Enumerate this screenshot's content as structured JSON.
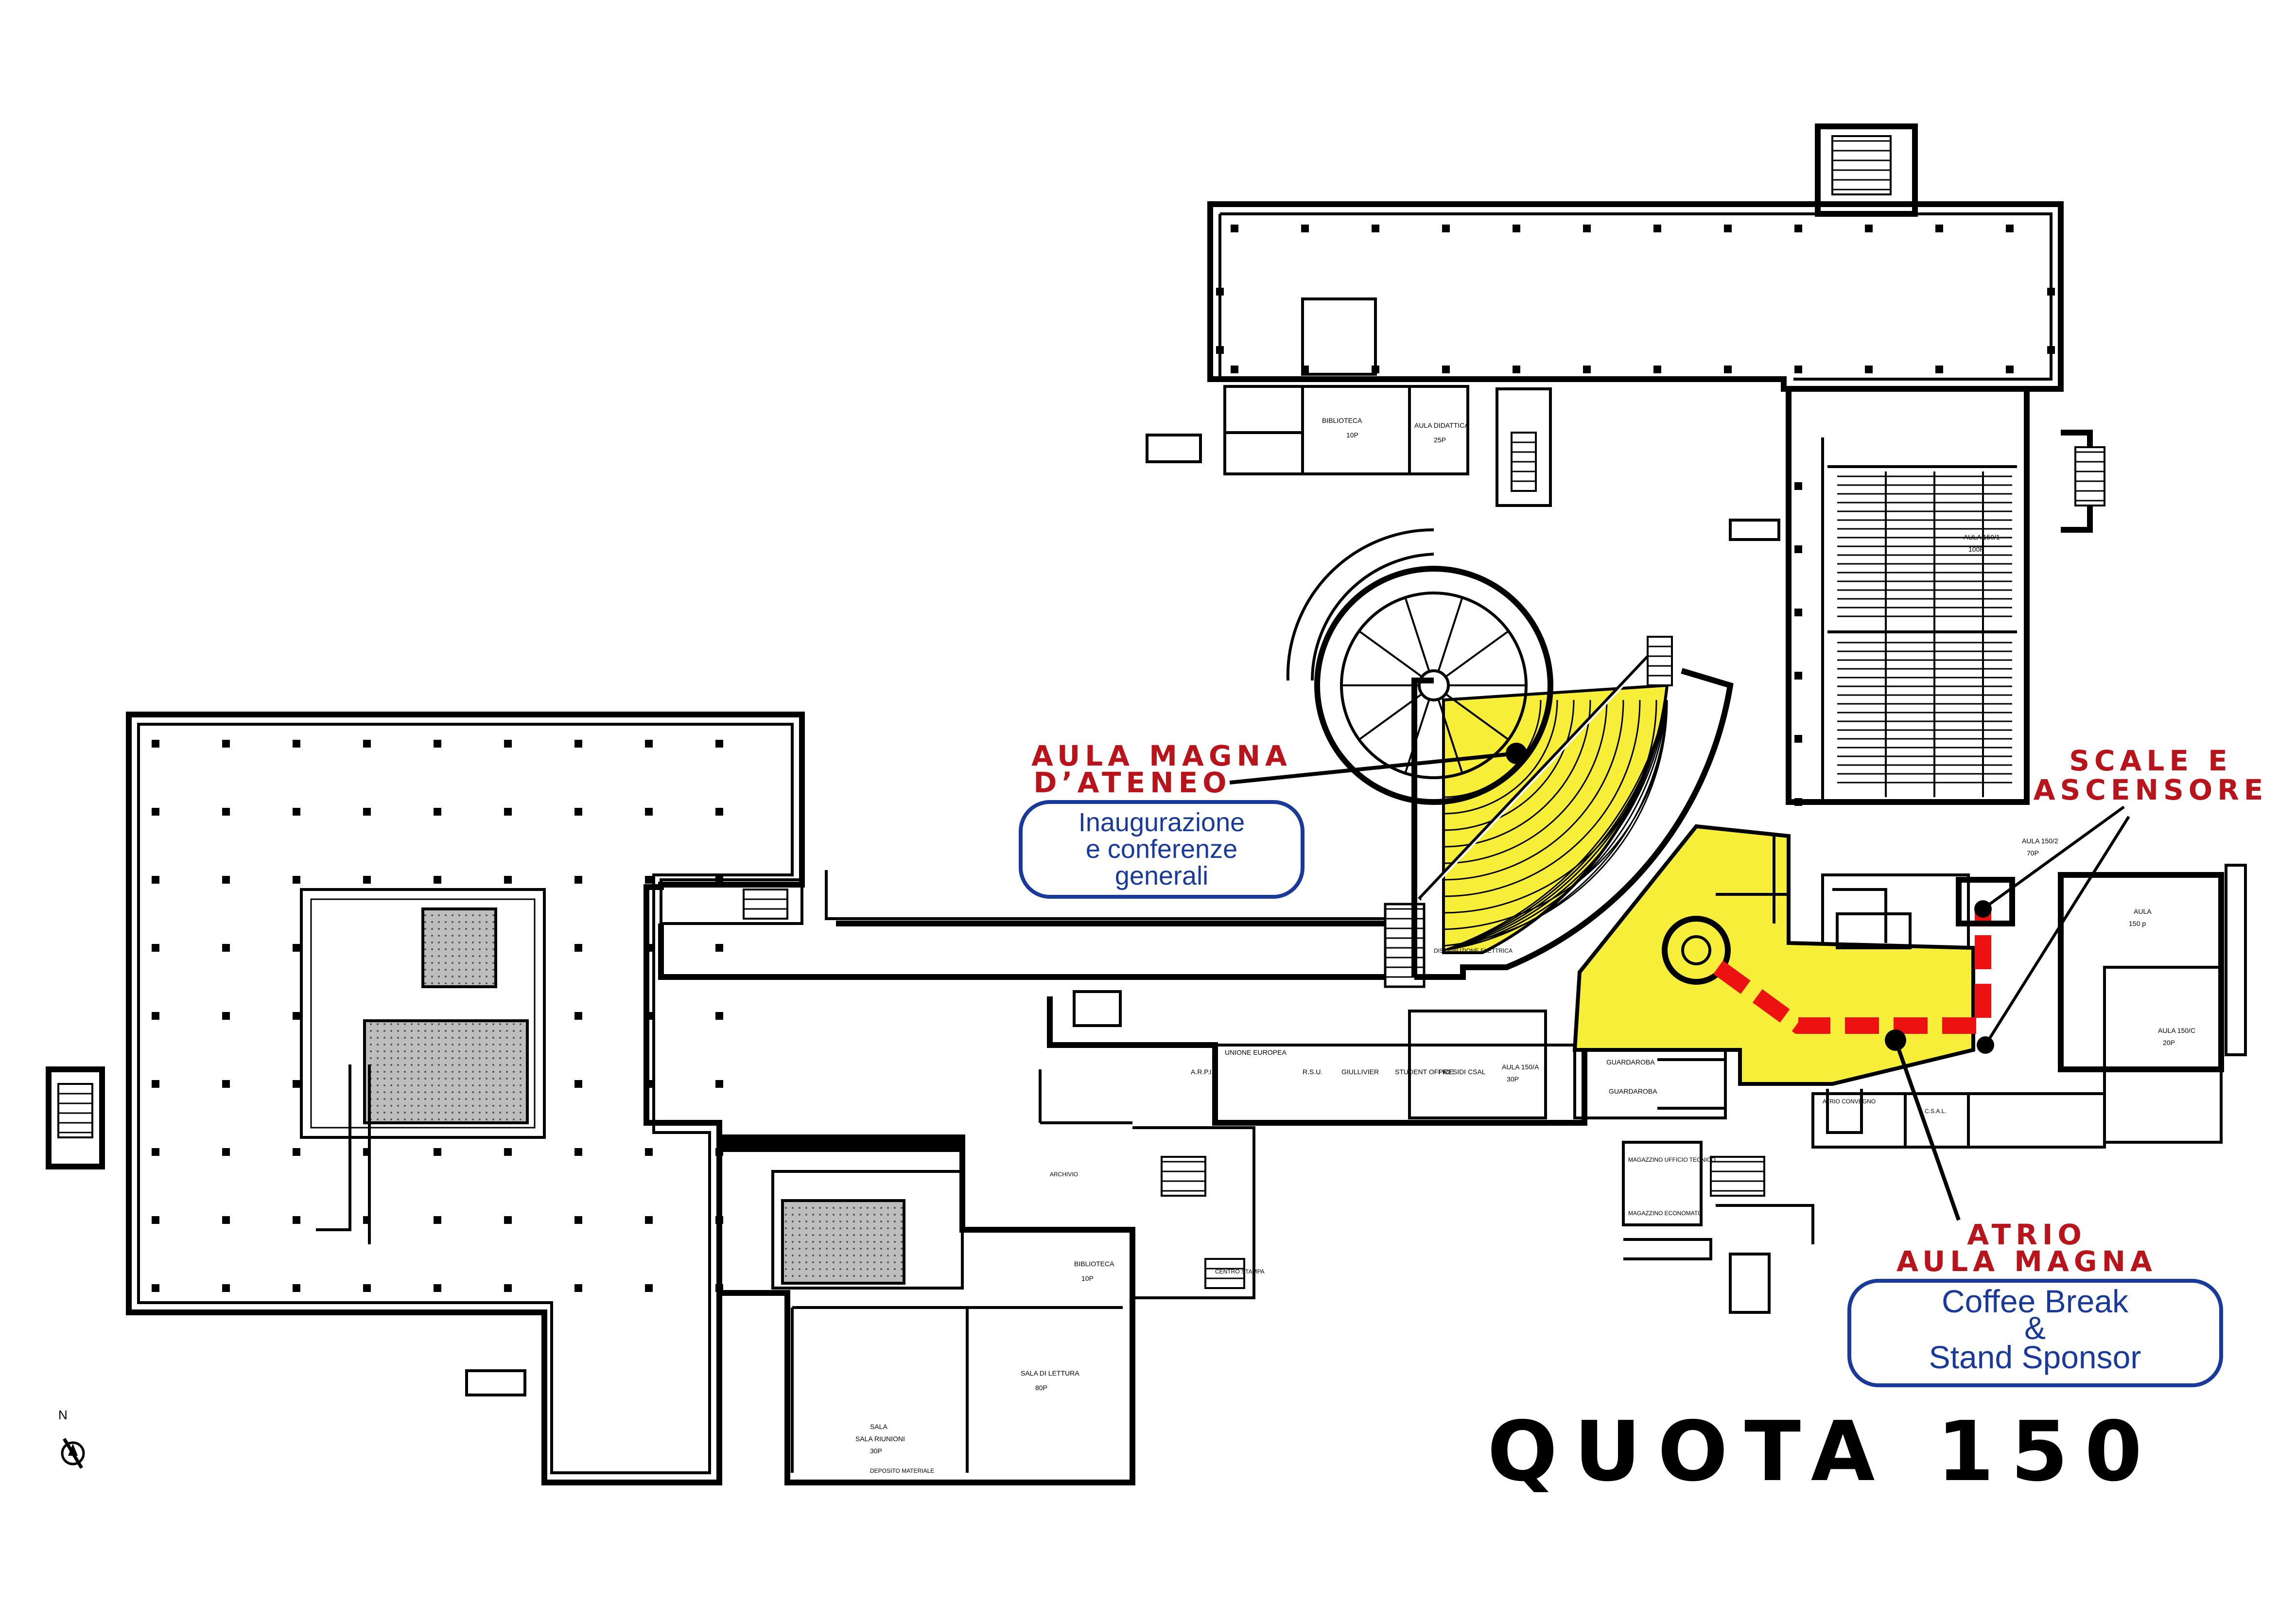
{
  "map": {
    "title": "Quota 150",
    "north_label": "N",
    "colors": {
      "highlight": "#f7ee3a",
      "route": "#ee1111",
      "label_red": "#b8141c",
      "label_blue": "#1a3a9a"
    },
    "callouts": {
      "aula_magna": {
        "name_line1": "Aula Magna",
        "name_line2": "d’ateneo",
        "desc_line1": "Inaugurazione",
        "desc_line2": "e conferenze",
        "desc_line3": "generali"
      },
      "scale": {
        "name_line1": "Scale e",
        "name_line2": "Ascensore"
      },
      "atrio": {
        "name_line1": "Atrio",
        "name_line2": "Aula Magna",
        "desc_line1": "Coffee Break",
        "desc_line2": "&",
        "desc_line3": "Stand Sponsor"
      }
    },
    "rooms": {
      "biblioteca_top": "BIBLIOTECA",
      "biblioteca_top_cap": "10P",
      "aula_didattica": "AULA DIDATTICA",
      "aula_didattica_cap": "25P",
      "aula_150_2": "AULA 150/2",
      "aula_150_2_cap": "70P",
      "aula_150_1": "AULA 150/1",
      "aula_150_1_cap": "100P",
      "aula_right": "AULA",
      "aula_right_cap": "150 p",
      "aula_150_c": "AULA 150/C",
      "aula_150_c_cap": "20P",
      "unione_europea": "UNIONE EUROPEA",
      "arpi": "A.R.P.I.",
      "rsu": "R.S.U.",
      "giullivier": "GIULLIVIER",
      "student_office": "STUDENT OFFICE",
      "presidi": "PRESIDI",
      "csal": "CSAL",
      "aula_150_a": "AULA 150/A",
      "aula_150_a_cap": "30P",
      "guardaroba_1": "GUARDAROBA",
      "guardaroba_2": "GUARDAROBA",
      "atrio_convegni": "ATRIO CONVEGNO",
      "csal_2": "C.S.A.L.",
      "magazzino_1": "MAGAZZINO UFFICIO TECNICO",
      "magazzino_2": "MAGAZZINO ECONOMATO",
      "biblioteca_mid": "BIBLIOTECA",
      "biblioteca_mid_cap": "10P",
      "sala_lettura": "SALA DI LETTURA",
      "sala_lettura_cap": "80P",
      "sala_riunioni": "SALA RIUNIONI",
      "sala_riunioni_cap": "30P",
      "archivio": "ARCHIVIO",
      "deposito": "DEPOSITO MATERIALE",
      "sala_bottom": "SALA",
      "distribuzione_elettrica": "DISTRIBUZIONE ELETTRICA",
      "centro_stampa": "CENTRO STAMPA"
    }
  }
}
